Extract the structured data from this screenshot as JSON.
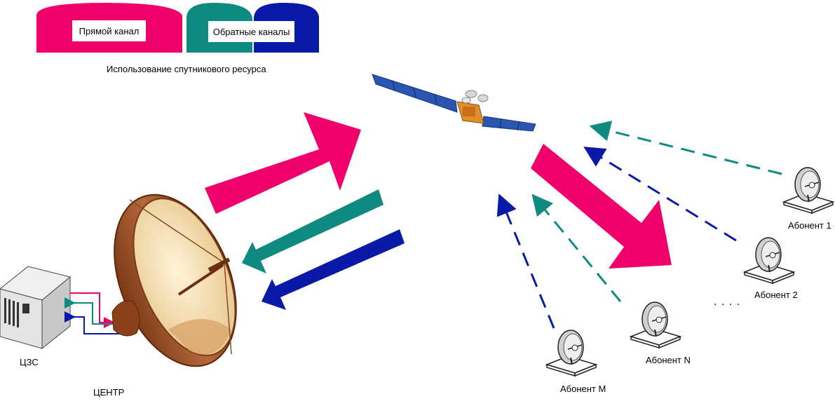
{
  "legend": {
    "forward_channel": "Прямой канал",
    "return_channels": "Обратные каналы",
    "caption": "Использование спутникового ресурса"
  },
  "center": {
    "station_label": "ЦЗС",
    "center_label": "ЦЕНТР"
  },
  "subscribers": {
    "sub1": "Абонент 1",
    "sub2": "Абонент 2",
    "subN": "Абонент N",
    "subM": "Абонент M",
    "ellipsis": ". . . ."
  },
  "colors": {
    "forward": "#f0006a",
    "return_teal": "#0f8a80",
    "return_blue": "#0a1aa8"
  }
}
